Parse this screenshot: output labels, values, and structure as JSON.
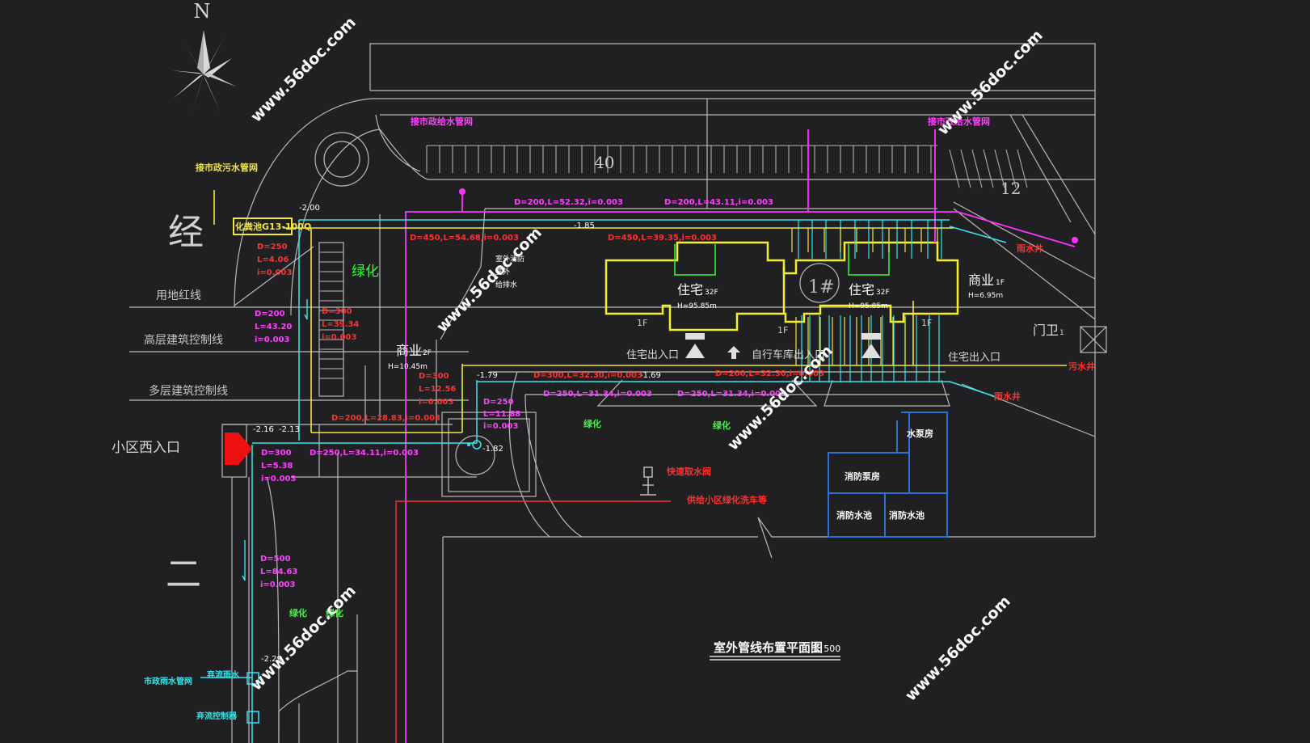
{
  "colors": {
    "background": "#202022",
    "linework": "#b9b9b9",
    "water_supply": "#ff33ff",
    "rain_pipe": "#33e6ee",
    "sewage_pipe": "#f0e640",
    "fire_pipe": "#ff3030",
    "building": "#f5ef2a",
    "annotation_red": "#ff3030",
    "annotation_magenta": "#ff40ff",
    "annotation_green": "#33ff33",
    "pump_room": "#2f6fd6",
    "watermark": "#ffffff",
    "entrance_arrow": "#ee1111"
  },
  "north": "N",
  "title": {
    "text": "室外管线布置平面图",
    "scale": "1: 500"
  },
  "roads": {
    "left_top": "经",
    "left_bottom": "二"
  },
  "site_lines": {
    "red_line": "用地红线",
    "high_rise": "高层建筑控制线",
    "multi_rise": "多层建筑控制线"
  },
  "entrances": {
    "west": "小区西入口",
    "residential_1": "住宅出入口",
    "residential_2": "住宅出入口",
    "garage": "自行车库出入口",
    "gate": "门卫"
  },
  "parking": {
    "top": "40",
    "right": "12"
  },
  "buildings": {
    "tower_1": {
      "name": "住宅",
      "floors": "32F",
      "height": "H=95.85m"
    },
    "tower_2": {
      "name": "住宅",
      "floors": "32F",
      "height": "H=95.85m"
    },
    "tower_id": "1#",
    "podium_floor_1": "1F",
    "podium_floor_2": "1F",
    "podium_floor_3": "1F",
    "commercial_left": {
      "name": "商业",
      "floors": "2F",
      "height": "H=10.45m"
    },
    "commercial_right": {
      "name": "商业",
      "floors": "1F",
      "height": "H=6.95m"
    },
    "gate_index": "1"
  },
  "connections": {
    "municipal_sewage": "接市政污水管网",
    "municipal_water_left": "接市政给水管网",
    "municipal_water_right": "接市政给水管网",
    "municipal_rain": "市政雨水管网",
    "septic_tank": "化粪池G13-100Q",
    "fire_hydrant": "快速取水阀",
    "greening_supply": "供给小区绿化洗车等",
    "rain_well_1": "雨水井",
    "rain_well_2": "雨水井",
    "sewage_well": "污水井",
    "storm_outlet": "弃流雨水",
    "flow_control": "弃流控制器",
    "inlet_label_1": "室外消防",
    "inlet_label_2": "室外",
    "inlet_label_3": "给排水"
  },
  "greening": {
    "g1": "绿化",
    "g2": "绿化",
    "g3": "绿化",
    "g4": "绿化",
    "g5": "绿化"
  },
  "pump_house": {
    "water_pump": "水泵房",
    "fire_pump": "消防泵房",
    "fire_pool_1": "消防水池",
    "fire_pool_2": "消防水池"
  },
  "elevations": {
    "e1": "-2.00",
    "e2": "-1.85",
    "e3": "-1.79",
    "e4": "-1.69",
    "e5": "-1.82",
    "e6": "-2.16",
    "e7": "-2.13",
    "e8": "-2.29"
  },
  "pipe_labels": {
    "s1": "D=200,L=52.32,i=0.003",
    "s2": "D=200,L=43.11,i=0.003",
    "r1": "D=450,L=54.68,i=0.003",
    "r2": "D=450,L=39.35,i=0.003",
    "r3": "D=300,L=32.30,i=0.003",
    "r4": "D=200,L=32.30,i=0.003",
    "m1": "D=250,L=31.34,i=0.003",
    "m2": "D=250,L=31.34,i=0.003",
    "r5": "D=200,L=28.83,i=0.003",
    "c1": "D=250,L=34.11,i=0.003",
    "v1": [
      "D=250",
      "L=4.06",
      "i=0.003"
    ],
    "v2": [
      "D=200",
      "L=43.20",
      "i=0.003"
    ],
    "v3": [
      "D=300",
      "L=39.34",
      "i=0.003"
    ],
    "v4": [
      "D=300",
      "L=12.56",
      "i=0.003"
    ],
    "v5": [
      "D=250",
      "L=11.88",
      "i=0.003"
    ],
    "v6": [
      "D=300",
      "L=5.38",
      "i=0.003"
    ],
    "v7": [
      "D=500",
      "L=84.63",
      "i=0.003"
    ]
  },
  "watermark": "www.56doc.com"
}
